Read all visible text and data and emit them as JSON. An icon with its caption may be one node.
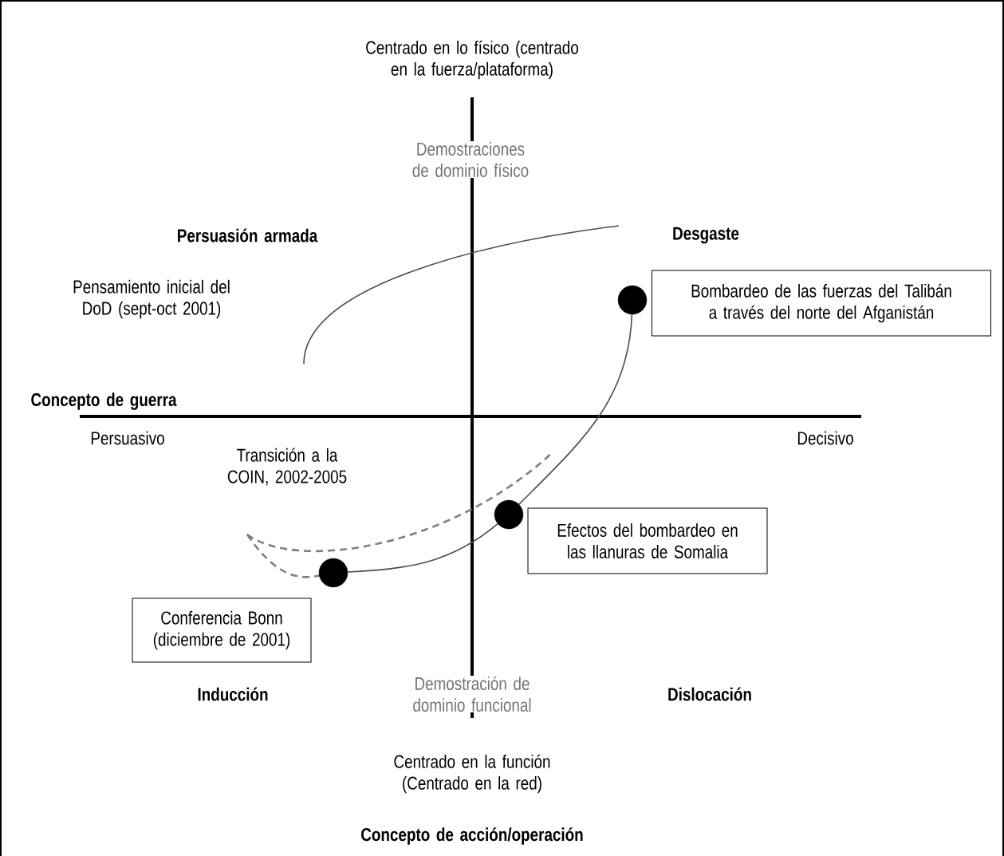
{
  "diagram": {
    "nodes": [
      {
        "text": [
          "Bombardeo de las fuerzas del Talibán a través del norte del Afganistán"
        ]
      },
      {
        "text": [],
        "shape": "circle"
      },
      {
        "text": [
          "Efectos del bombardeo en las llanuras de Somalia"
        ]
      },
      {
        "text": [],
        "shape": "circle"
      },
      {
        "text": [
          "Conferencia Bonn (diciembre de 2001)"
        ]
      },
      {
        "text": [],
        "shape": "circle"
      }
    ],
    "edges": [
      {
        "from": 1,
        "to": 3,
        "arrow": "none"
      },
      {
        "from": 3,
        "to": 5,
        "arrow": "none"
      }
    ],
    "labels": [
      "Centrado en lo físico (centrado en la fuerza/plataforma)",
      "Demostraciones de dominio físico",
      "Persuasión armada",
      "Desgaste",
      "Pensamiento inicial del DoD (sept-oct 2001)",
      "Concepto de guerra",
      "Persuasivo",
      "Decisivo",
      "Transición a la COIN, 2002-2005",
      "Inducción",
      "Demostración de dominio funcional",
      "Dislocación",
      "Centrado en la función (Centrado en la red)",
      "Concepto de acción/operación"
    ]
  }
}
